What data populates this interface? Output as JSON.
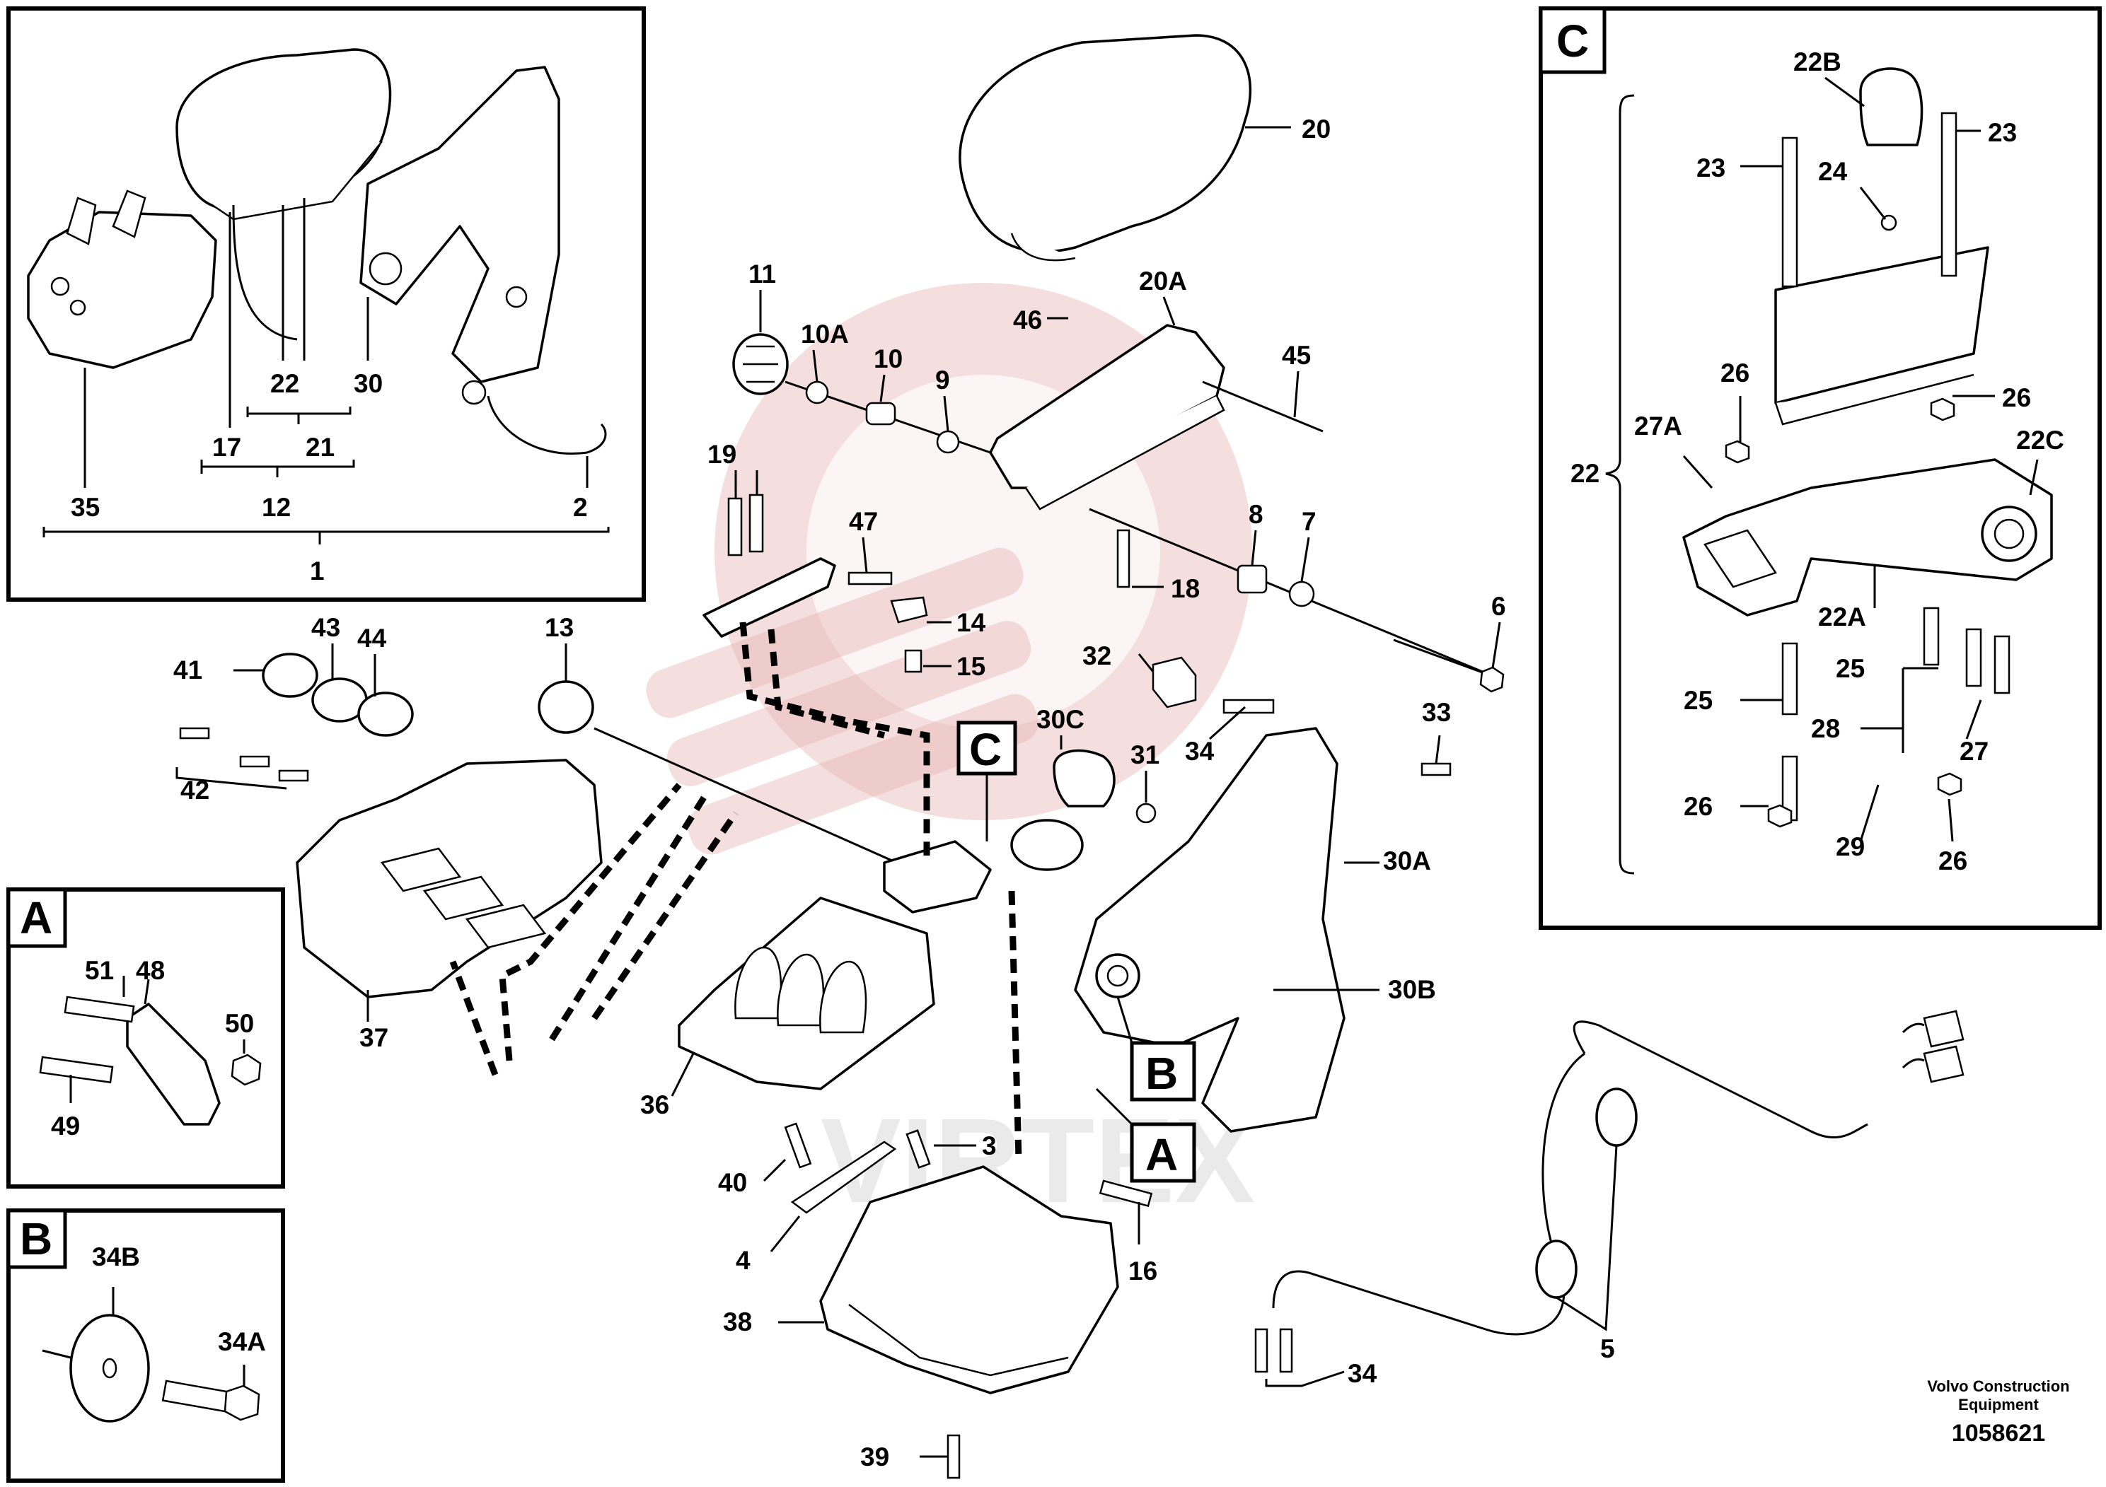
{
  "watermark": {
    "text": "VIRTEX",
    "color": "#e8a7a7"
  },
  "insets": {
    "assembly": {
      "labels": {
        "p35": "35",
        "p17": "17",
        "p22": "22",
        "p30": "30",
        "p21": "21",
        "p12": "12",
        "p2": "2",
        "p1": "1"
      }
    },
    "A": {
      "letter": "A",
      "labels": {
        "p51": "51",
        "p48": "48",
        "p50": "50",
        "p49": "49"
      }
    },
    "B": {
      "letter": "B",
      "labels": {
        "p34B": "34B",
        "p34A": "34A"
      }
    },
    "C": {
      "letter": "C",
      "labels": {
        "p22B": "22B",
        "p23a": "23",
        "p23b": "23",
        "p24": "24",
        "p26a": "26",
        "p26b": "26",
        "p27A": "27A",
        "p22C": "22C",
        "p22": "22",
        "p22A": "22A",
        "p25a": "25",
        "p25b": "25",
        "p28": "28",
        "p27": "27",
        "p26c": "26",
        "p26d": "26",
        "p29": "29"
      }
    }
  },
  "main": {
    "callouts": {
      "A": "A",
      "B": "B",
      "C": "C"
    },
    "labels": {
      "p20": "20",
      "p20A": "20A",
      "p11": "11",
      "p10A": "10A",
      "p10": "10",
      "p9": "9",
      "p46": "46",
      "p45": "45",
      "p19": "19",
      "p47": "47",
      "p8": "8",
      "p7": "7",
      "p18": "18",
      "p6": "6",
      "p14": "14",
      "p15": "15",
      "p43": "43",
      "p44": "44",
      "p41": "41",
      "p42": "42",
      "p13": "13",
      "p32": "32",
      "p33": "33",
      "p30C": "30C",
      "p31": "31",
      "p34a": "34",
      "p30A": "30A",
      "p37": "37",
      "p30B": "30B",
      "p36": "36",
      "p3": "3",
      "p40": "40",
      "p4": "4",
      "p16": "16",
      "p38": "38",
      "p5": "5",
      "p34b": "34",
      "p39": "39"
    }
  },
  "footer": {
    "brand_line1": "Volvo Construction",
    "brand_line2": "Equipment",
    "drawing_number": "1058621"
  }
}
